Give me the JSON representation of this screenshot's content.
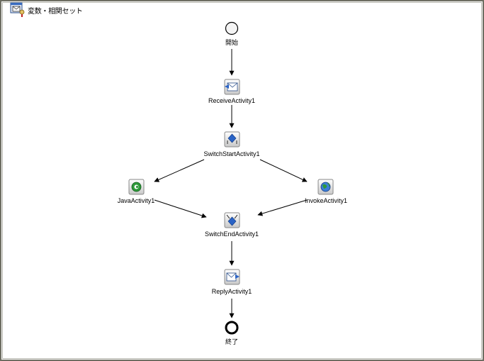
{
  "toolbar": {
    "variables_button_label": "変数・相関セット",
    "variables_button_icon": "variables-envelope-icon"
  },
  "flow": {
    "start": {
      "label": "開始"
    },
    "receive": {
      "label": "ReceiveActivity1",
      "icon": "receive-envelope-icon"
    },
    "switch_start": {
      "label": "SwitchStartActivity1",
      "icon": "switch-start-icon"
    },
    "java": {
      "label": "JavaActivity1",
      "icon": "java-icon"
    },
    "invoke": {
      "label": "InvokeActivity1",
      "icon": "invoke-globe-icon"
    },
    "switch_end": {
      "label": "SwitchEndActivity1",
      "icon": "switch-end-icon"
    },
    "reply": {
      "label": "ReplyActivity1",
      "icon": "reply-envelope-icon"
    },
    "end": {
      "label": "終了"
    }
  },
  "colors": {
    "frame_border": "#6e6e62",
    "canvas_bg": "#ffffff",
    "icon_blue": "#2a63c6",
    "java_green": "#2e9a3a"
  }
}
